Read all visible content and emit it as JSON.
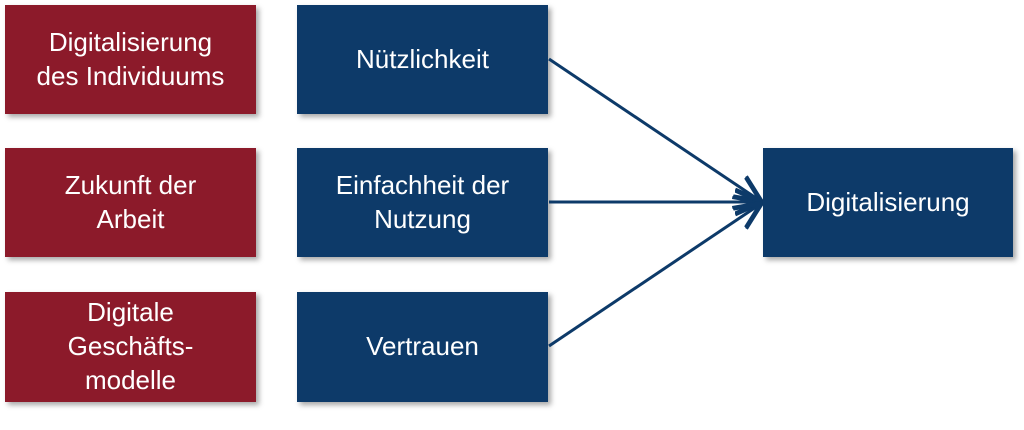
{
  "diagram": {
    "factors": [
      {
        "label": "Digitalisierung\ndes Individuums"
      },
      {
        "label": "Zukunft der\nArbeit"
      },
      {
        "label": "Digitale\nGeschäfts-\nmodelle"
      }
    ],
    "constructs": [
      {
        "label": "Nützlichkeit"
      },
      {
        "label": "Einfachheit der\nNutzung"
      },
      {
        "label": "Vertrauen"
      }
    ],
    "outcome": {
      "label": "Digitalisierung"
    },
    "colors": {
      "factor_fill": "#8c1a2a",
      "construct_fill": "#0d3a69",
      "arrow": "#0d3a69",
      "text": "#ffffff"
    }
  }
}
